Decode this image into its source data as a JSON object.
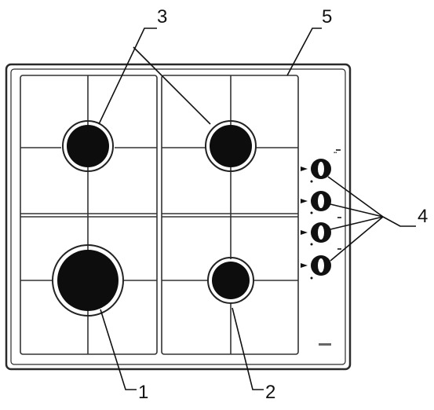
{
  "callouts": {
    "c1": "1",
    "c2": "2",
    "c3": "3",
    "c4": "4",
    "c5": "5"
  },
  "colors": {
    "ink": "#111111",
    "outline": "#2a2a2a"
  },
  "icons": {
    "burner": "black-disc",
    "knob": "rotary-knob"
  }
}
